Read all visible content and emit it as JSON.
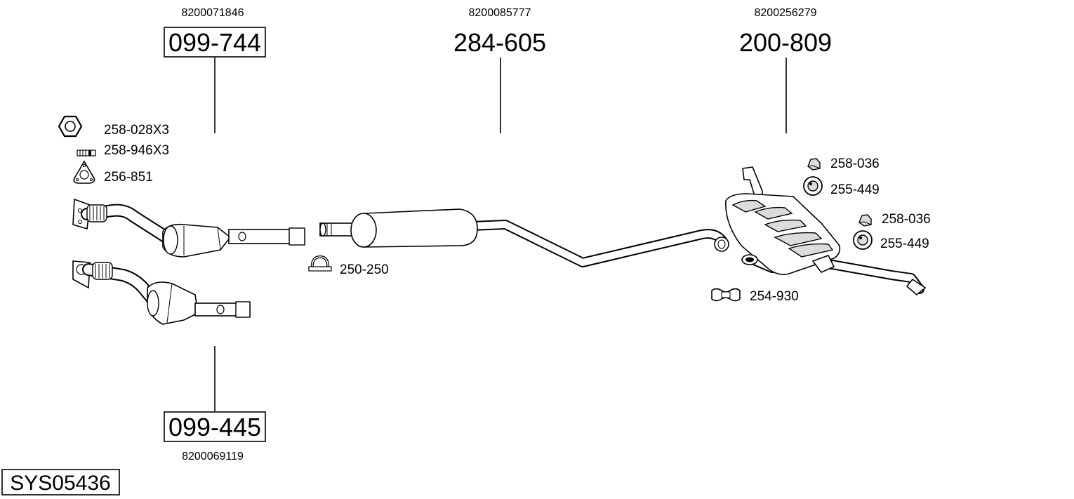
{
  "system_code": "SYS05436",
  "main_parts": [
    {
      "oem": "8200071846",
      "part": "099-744"
    },
    {
      "oem": "8200085777",
      "part": "284-605"
    },
    {
      "oem": "8200256279",
      "part": "200-809"
    },
    {
      "oem": "8200069119",
      "part": "099-445"
    }
  ],
  "accessories": [
    {
      "code": "258-028X3",
      "icon": "nut-icon"
    },
    {
      "code": "258-946X3",
      "icon": "stud-bolt-icon"
    },
    {
      "code": "256-851",
      "icon": "gasket-icon"
    },
    {
      "code": "250-250",
      "icon": "u-clamp-icon"
    },
    {
      "code": "258-036",
      "icon": "nut-icon"
    },
    {
      "code": "255-449",
      "icon": "rubber-mount-icon"
    },
    {
      "code": "258-036",
      "icon": "nut-icon"
    },
    {
      "code": "255-449",
      "icon": "rubber-mount-icon"
    },
    {
      "code": "254-930",
      "icon": "band-clamp-icon"
    }
  ],
  "colors": {
    "line": "#000000",
    "background": "#ffffff",
    "shade": "#dcdcdc"
  }
}
